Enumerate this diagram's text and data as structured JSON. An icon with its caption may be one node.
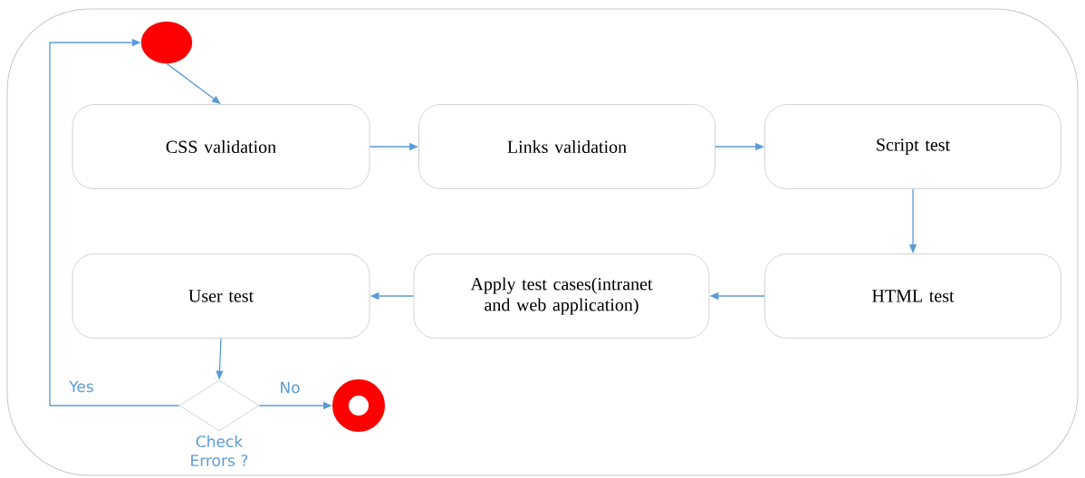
{
  "diagram": {
    "nodes": [
      {
        "text": [],
        "shape": "circle"
      },
      {
        "text": [
          "CSS validation"
        ]
      },
      {
        "text": [
          "Links validation"
        ]
      },
      {
        "text": [
          "Script test"
        ]
      },
      {
        "text": [
          "HTML test"
        ]
      },
      {
        "text": [
          "Apply test cases(intranet and web application)"
        ]
      },
      {
        "text": [
          "User test"
        ]
      },
      {
        "text": [],
        "shape": "diamond",
        "beside": [
          "Check Errors ?"
        ]
      },
      {
        "text": [],
        "shape": "circle"
      }
    ],
    "edges": [
      {
        "from": 0,
        "to": 1,
        "arrow": "to"
      },
      {
        "from": 1,
        "to": 2,
        "arrow": "to"
      },
      {
        "from": 2,
        "to": 3,
        "arrow": "to"
      },
      {
        "from": 3,
        "to": 4,
        "arrow": "to"
      },
      {
        "from": 4,
        "to": 5,
        "arrow": "to"
      },
      {
        "from": 5,
        "to": 6,
        "arrow": "to"
      },
      {
        "from": 6,
        "to": 7,
        "arrow": "to"
      },
      {
        "from": 7,
        "to": 8,
        "arrow": "to",
        "label": "No"
      },
      {
        "from": 7,
        "to": 0,
        "arrow": "to",
        "label": "Yes"
      }
    ]
  }
}
